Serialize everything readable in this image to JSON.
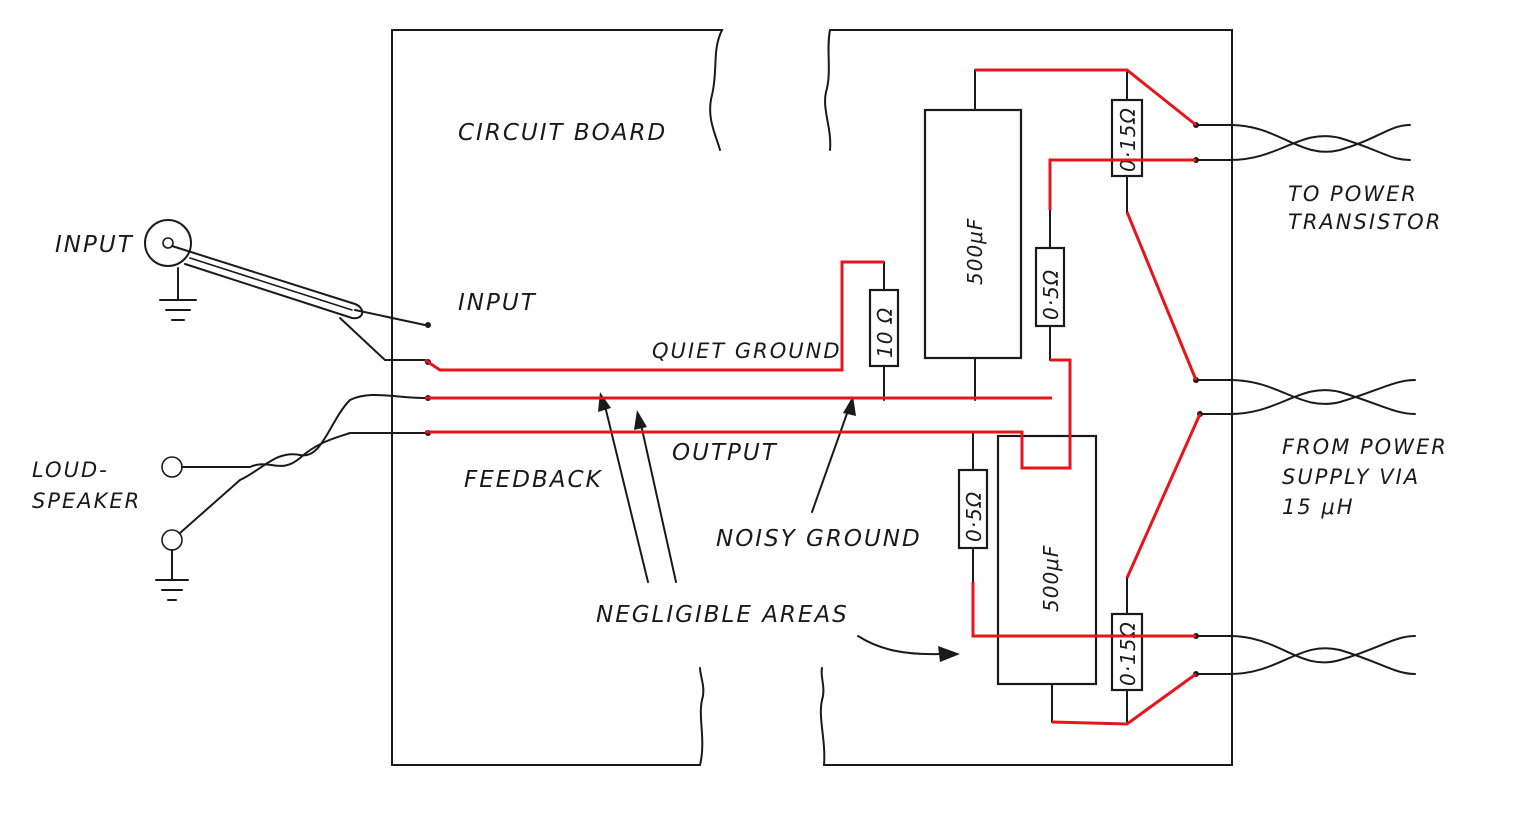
{
  "diagram": {
    "labels": {
      "circuit_board": "CIRCUIT BOARD",
      "input_left": "INPUT",
      "input_board": "INPUT",
      "quiet_ground": "QUIET GROUND",
      "output": "OUTPUT",
      "feedback": "FEEDBACK",
      "noisy_ground": "NOISY GROUND",
      "negligible_areas": "NEGLIGIBLE AREAS",
      "loudspeaker_line1": "LOUD-",
      "loudspeaker_line2": "SPEAKER",
      "to_power_line1": "TO POWER",
      "to_power_line2": "TRANSISTOR",
      "from_supply_line1": "FROM POWER",
      "from_supply_line2": "SUPPLY  VIA",
      "from_supply_line3": "15 μH"
    },
    "components": {
      "cap_top": "500μF",
      "cap_bottom": "500μF",
      "res_10": "10 Ω",
      "res_05_top": "0·5Ω",
      "res_05_bottom": "0·5Ω",
      "res_015_top": "0·15Ω",
      "res_015_bottom": "0·15Ω"
    },
    "colors": {
      "ink": "#1a1a1a",
      "highlight": "#e8141c",
      "background": "#ffffff"
    }
  }
}
